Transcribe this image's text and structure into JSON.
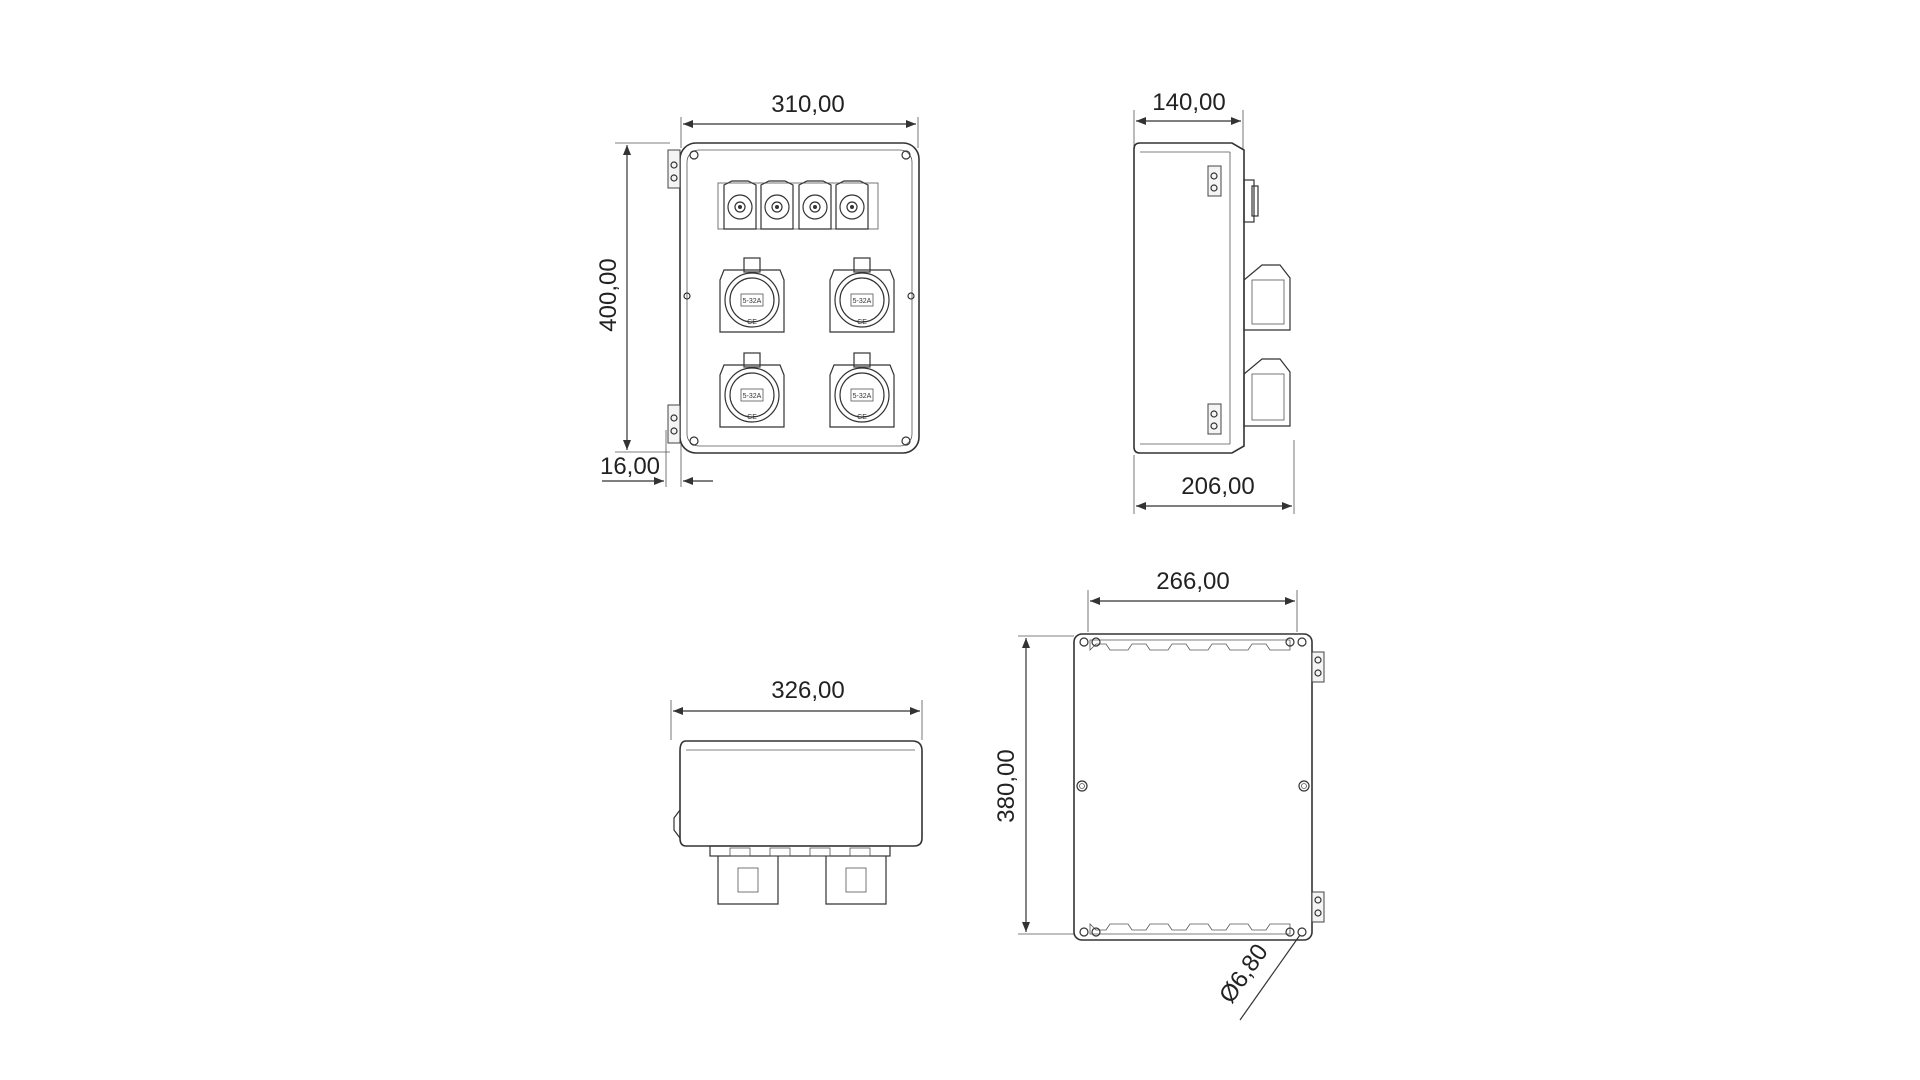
{
  "dimensions": {
    "front_width": "310,00",
    "front_height": "400,00",
    "front_offset": "16,00",
    "side_depth": "140,00",
    "side_total_depth": "206,00",
    "bottom_width": "326,00",
    "back_width": "266,00",
    "back_height": "380,00",
    "hole_diameter": "Ø6,80"
  },
  "socket_labels": [
    "5-32A",
    "5-32A",
    "5-32A",
    "5-32A"
  ],
  "ce_marks": [
    "CE",
    "CE",
    "CE",
    "CE"
  ]
}
